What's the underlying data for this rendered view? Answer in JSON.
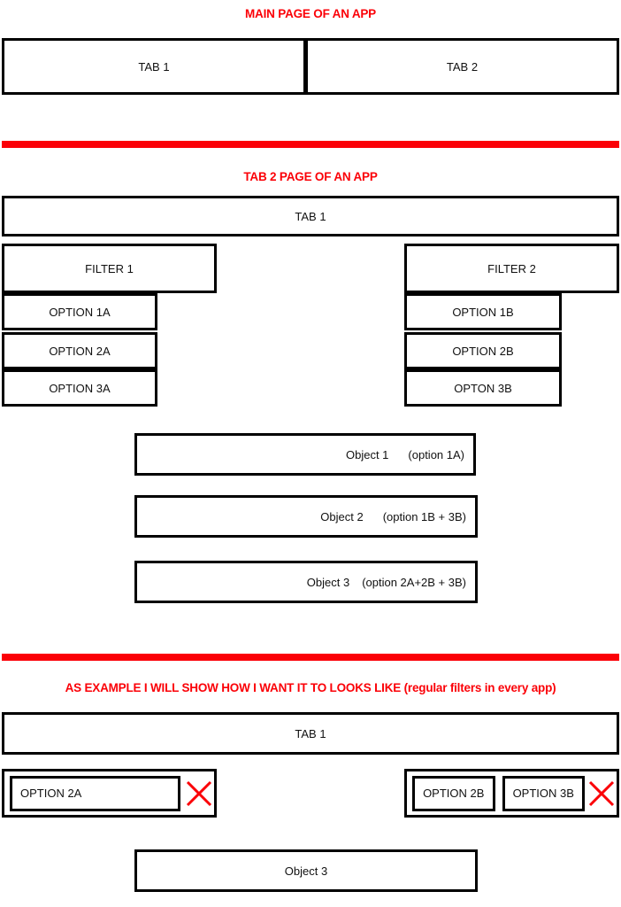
{
  "page": {
    "title": "App filter wireframe mockup",
    "background": "#ffffff",
    "accent_red": "#fb0007",
    "outline_black": "#000000"
  },
  "section_main": {
    "caption": "MAIN PAGE OF AN APP",
    "tabs": [
      {
        "label": "TAB 1"
      },
      {
        "label": "TAB 2"
      }
    ]
  },
  "section_tab2": {
    "caption": "TAB 2 PAGE OF AN APP",
    "tab_bar": {
      "label": "TAB 1"
    },
    "filter_left": {
      "header": "FILTER 1",
      "options": [
        {
          "label": "OPTION 1A"
        },
        {
          "label": "OPTION 2A"
        },
        {
          "label": "OPTION 3A"
        }
      ]
    },
    "filter_right": {
      "header": "FILTER 2",
      "options": [
        {
          "label": "OPTION 1B"
        },
        {
          "label": "OPTION 2B"
        },
        {
          "label": "OPTON 3B"
        }
      ]
    },
    "objects": [
      {
        "name": "Object 1",
        "tag": "(option 1A)"
      },
      {
        "name": "Object 2",
        "tag": "(option 1B + 3B)"
      },
      {
        "name": "Object 3",
        "tag": "(option 2A+2B + 3B)"
      }
    ]
  },
  "section_example": {
    "caption": "AS EXAMPLE I WILL SHOW HOW I WANT IT TO LOOKS LIKE (regular filters in every app)",
    "tab_bar": {
      "label": "TAB 1"
    },
    "chips_left": {
      "chips": [
        {
          "label": "OPTION 2A"
        }
      ],
      "clear_icon": "close-x-icon"
    },
    "chips_right": {
      "chips": [
        {
          "label": "OPTION 2B"
        },
        {
          "label": "OPTION 3B"
        }
      ],
      "clear_icon": "close-x-icon"
    },
    "objects": [
      {
        "name": "Object 3"
      }
    ]
  }
}
